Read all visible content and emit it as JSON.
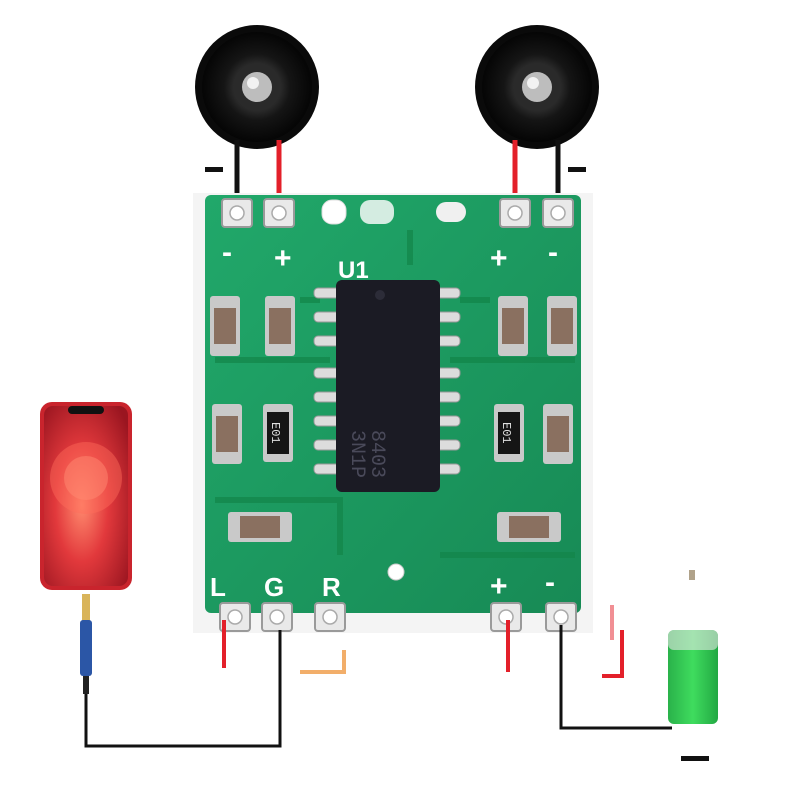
{
  "board": {
    "ic_ref": "U1",
    "ic_marking_line1": "8403",
    "ic_marking_line2": "3N1P",
    "resistor_code": "E01",
    "speaker_terminal_minus": "-",
    "speaker_terminal_plus": "+",
    "input_labels": [
      "L",
      "G",
      "R"
    ],
    "power_plus": "+",
    "power_minus": "-"
  },
  "outside_labels": {
    "left_speaker_minus": "-",
    "right_speaker_minus": "-",
    "battery_minus": "-"
  },
  "colors": {
    "pcb": "#1fa566",
    "wire_red": "#e3202a",
    "wire_black": "#111111",
    "battery_green": "#28c24a",
    "phone_red": "#e0363a"
  }
}
